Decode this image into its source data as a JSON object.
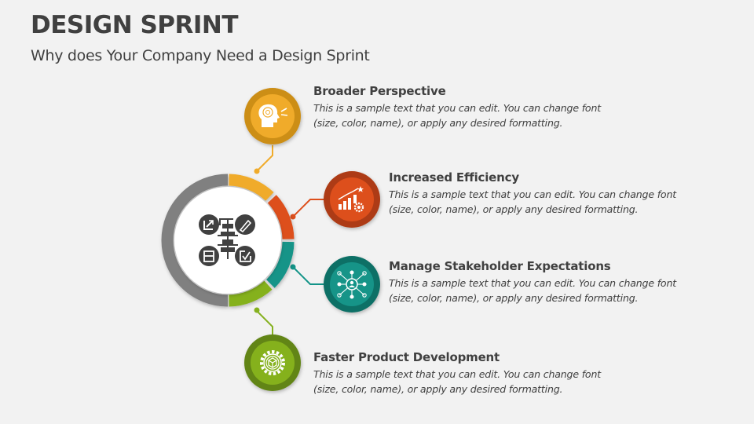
{
  "header": {
    "title": "DESIGN SPRINT",
    "subtitle": "Why does Your Company Need a Design Sprint"
  },
  "center": {
    "icon": "design-sprint-process-icon",
    "ring_colors": {
      "gray": "#808080",
      "yellow": "#F0AB2A",
      "orange": "#DD4F1C",
      "teal": "#139488",
      "green": "#85B11F"
    }
  },
  "items": [
    {
      "title": "Broader Perspective",
      "description": "This is a sample text that you can edit. You can change font (size, color, name), or apply any desired formatting.",
      "icon": "head-brain-vision-icon",
      "color": "#F0AB2A",
      "dark_color": "#CC8E14"
    },
    {
      "title": "Increased Efficiency",
      "description": "This is a sample text that you can edit. You can change font (size, color, name), or apply any desired formatting.",
      "icon": "growth-chart-gear-icon",
      "color": "#DD4F1C",
      "dark_color": "#AD3A12"
    },
    {
      "title": "Manage Stakeholder Expectations",
      "description": "This is a sample text that you can edit. You can change font (size, color, name), or apply any desired formatting.",
      "icon": "stakeholder-network-icon",
      "color": "#139488",
      "dark_color": "#0E6F66"
    },
    {
      "title": "Faster Product Development",
      "description": "This is a sample text that you can edit. You can change font (size, color, name), or apply any desired formatting.",
      "icon": "product-box-gear-icon",
      "color": "#85B11F",
      "dark_color": "#628516"
    }
  ]
}
